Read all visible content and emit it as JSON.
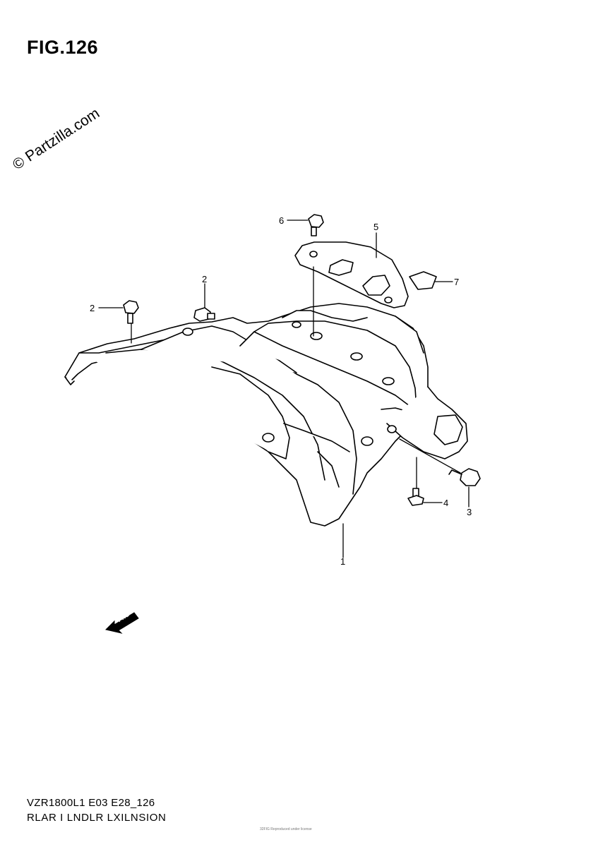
{
  "figure": {
    "title": "FIG.126"
  },
  "watermark": {
    "text": "© Partzilla.com"
  },
  "callouts": [
    "1",
    "2",
    "2",
    "3",
    "4",
    "5",
    "6",
    "7"
  ],
  "direction_indicator": {
    "label": "FWD",
    "icon": "forward-arrow-icon"
  },
  "footer": {
    "code": "VZR1800L1 E03 E28_126",
    "name": "RLAR I LNDLR LXILNSION"
  },
  "copyright": {
    "text": "Reproduced under license",
    "page": "32FIG"
  }
}
